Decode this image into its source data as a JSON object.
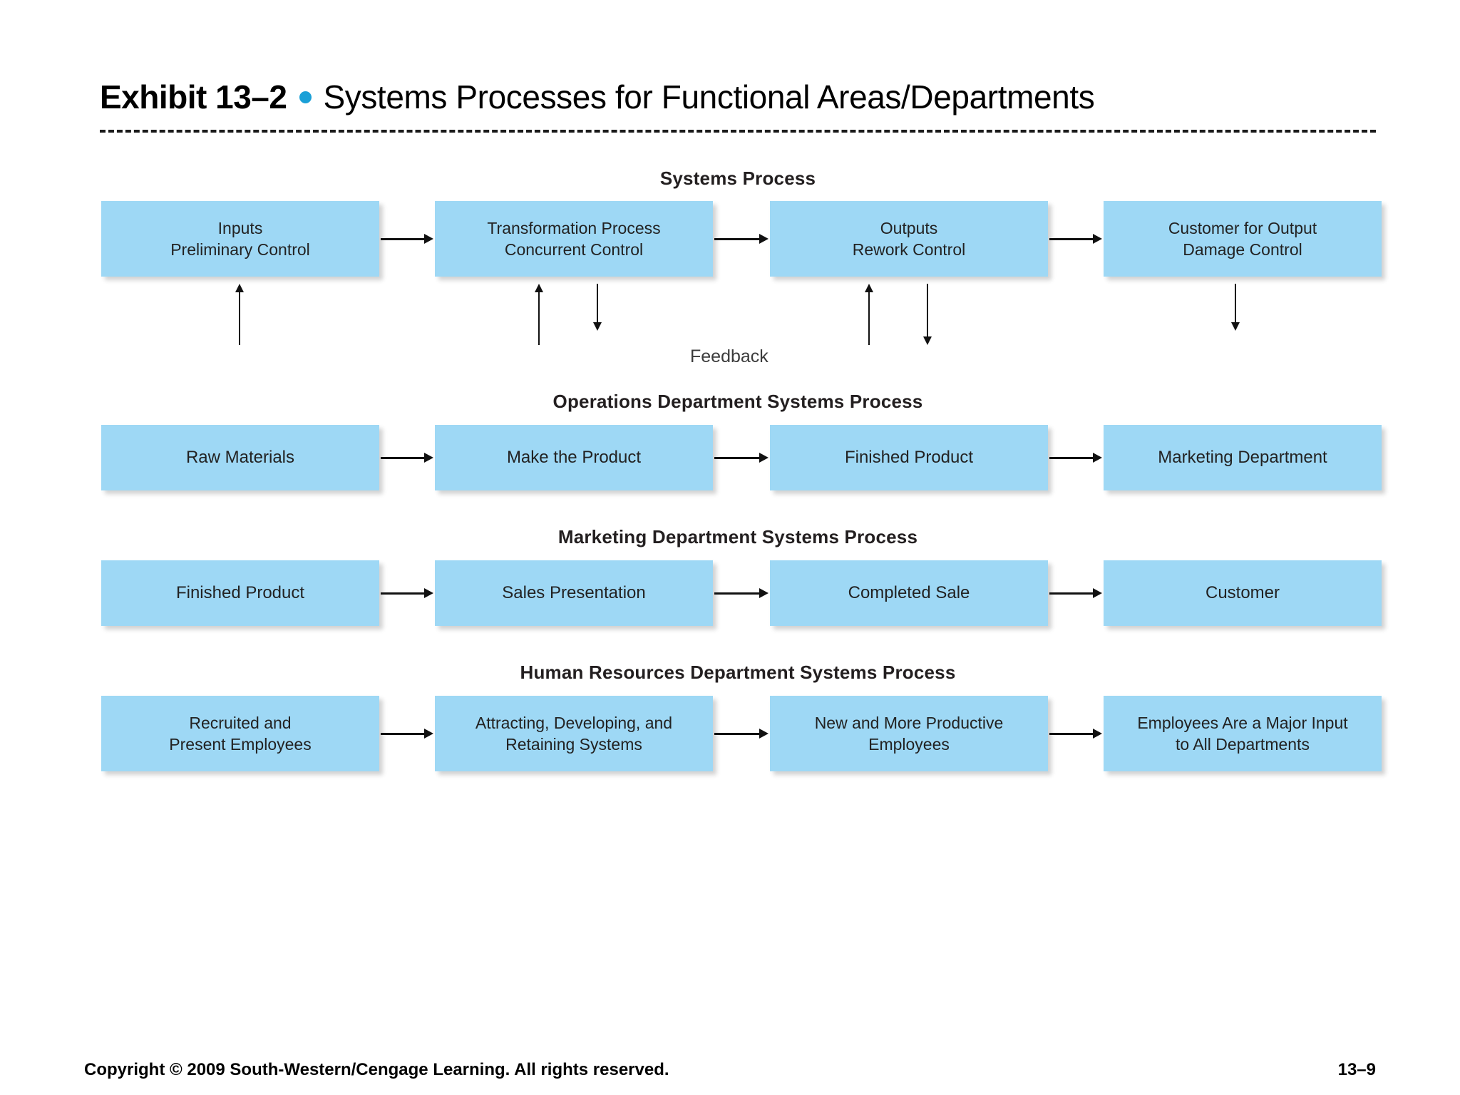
{
  "slide": {
    "exhibit_label": "Exhibit 13–2",
    "bullet_icon": "bullet-dot-icon",
    "title": "Systems Processes for Functional Areas/Departments",
    "accent_color": "#1BA0D7",
    "box_color": "#9ED8F5"
  },
  "diagram": {
    "feedback_label": "Feedback",
    "sections": [
      {
        "heading": "Systems Process",
        "boxes": [
          {
            "lines": [
              "Inputs",
              "Preliminary Control"
            ]
          },
          {
            "lines": [
              "Transformation Process",
              "Concurrent Control"
            ]
          },
          {
            "lines": [
              "Outputs",
              "Rework Control"
            ]
          },
          {
            "lines": [
              "Customer for Output",
              "Damage Control"
            ]
          }
        ]
      },
      {
        "heading": "Operations Department Systems Process",
        "boxes": [
          {
            "lines": [
              "Raw Materials"
            ]
          },
          {
            "lines": [
              "Make the Product"
            ]
          },
          {
            "lines": [
              "Finished Product"
            ]
          },
          {
            "lines": [
              "Marketing Department"
            ]
          }
        ]
      },
      {
        "heading": "Marketing Department Systems Process",
        "boxes": [
          {
            "lines": [
              "Finished Product"
            ]
          },
          {
            "lines": [
              "Sales Presentation"
            ]
          },
          {
            "lines": [
              "Completed Sale"
            ]
          },
          {
            "lines": [
              "Customer"
            ]
          }
        ]
      },
      {
        "heading": "Human Resources Department Systems Process",
        "boxes": [
          {
            "lines": [
              "Recruited and",
              "Present Employees"
            ]
          },
          {
            "lines": [
              "Attracting, Developing, and",
              "Retaining Systems"
            ]
          },
          {
            "lines": [
              "New and More Productive",
              "Employees"
            ]
          },
          {
            "lines": [
              "Employees Are a Major Input",
              "to All Departments"
            ]
          }
        ]
      }
    ]
  },
  "footer": {
    "copyright": "Copyright © 2009 South-Western/Cengage Learning. All rights reserved.",
    "page_number": "13–9"
  }
}
